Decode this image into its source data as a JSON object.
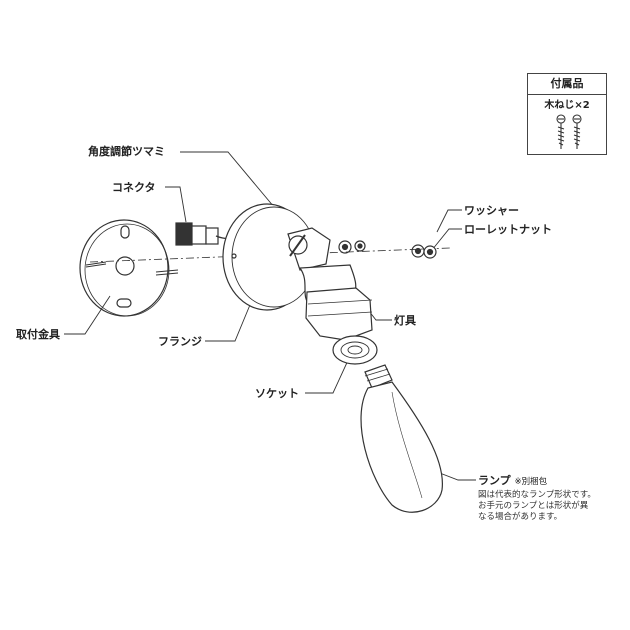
{
  "labels": {
    "angle_knob": "角度調節ツマミ",
    "connector": "コネクタ",
    "mount_bracket": "取付金具",
    "flange": "フランジ",
    "washer": "ワッシャー",
    "knurled_nut": "ローレットナット",
    "fixture": "灯具",
    "socket": "ソケット",
    "lamp": "ランプ",
    "lamp_note_suffix": "※別梱包"
  },
  "lamp_note_lines": [
    "図は代表的なランプ形状です。",
    "お手元のランプとは形状が異",
    "なる場合があります。"
  ],
  "accessories": {
    "title": "付属品",
    "item": "木ねじ×2"
  }
}
